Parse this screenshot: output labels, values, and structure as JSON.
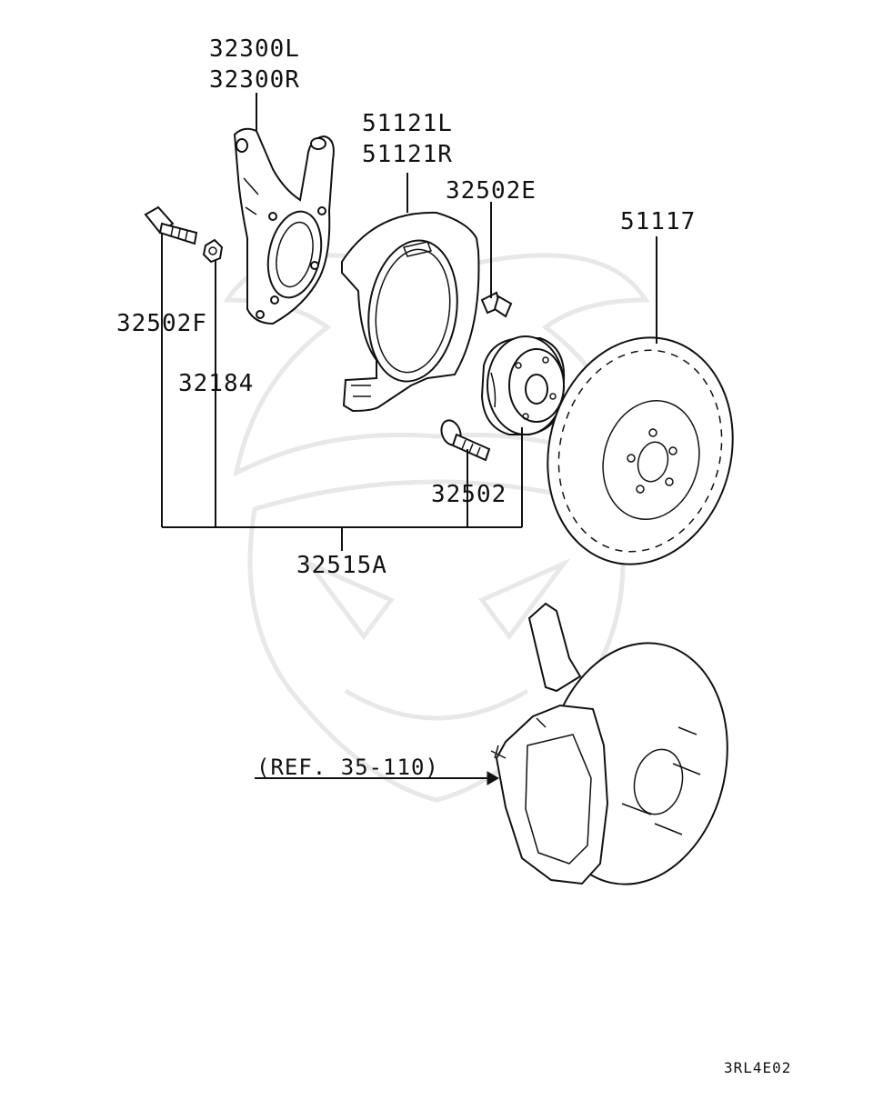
{
  "diagram": {
    "labels": {
      "knuckle_left": "32300L",
      "knuckle_right": "32300R",
      "dust_cover_left": "51121L",
      "dust_cover_right": "51121R",
      "screw": "32502E",
      "rotor": "51117",
      "bolt": "32502F",
      "nut": "32184",
      "hub_bolt": "32502",
      "hub_assembly": "32515A",
      "reference": "(REF. 35-110)"
    },
    "figure_code": "3RL4E02"
  }
}
